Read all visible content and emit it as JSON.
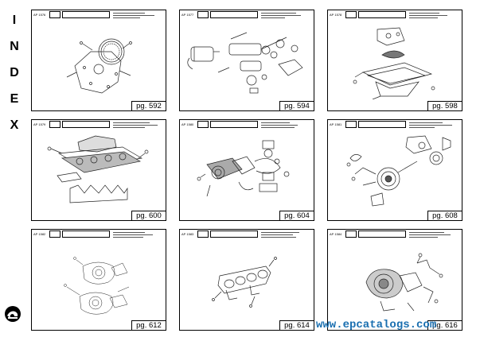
{
  "index_title": [
    "I",
    "N",
    "D",
    "E",
    "X"
  ],
  "cards": [
    {
      "code": "AP 1576",
      "page": "pg. 592",
      "subject": "flywheel-plate"
    },
    {
      "code": "AP 1577",
      "page": "pg. 594",
      "subject": "starter-motor"
    },
    {
      "code": "AP 1578",
      "page": "pg. 598",
      "subject": "oil-sump"
    },
    {
      "code": "AP 1579",
      "page": "pg. 600",
      "subject": "cylinder-head"
    },
    {
      "code": "AP 1580",
      "page": "pg. 604",
      "subject": "water-pump"
    },
    {
      "code": "AP 1581",
      "page": "pg. 608",
      "subject": "alternator"
    },
    {
      "code": "AP 1582",
      "page": "pg. 612",
      "subject": "turbocharger-assembly"
    },
    {
      "code": "AP 1583",
      "page": "pg. 614",
      "subject": "exhaust-manifold"
    },
    {
      "code": "AP 1584",
      "page": "pg. 616",
      "subject": "turbocharger"
    }
  ],
  "watermark": "www.epcatalogs.com",
  "colors": {
    "watermark": "#1a6fb0",
    "line": "#000000"
  }
}
